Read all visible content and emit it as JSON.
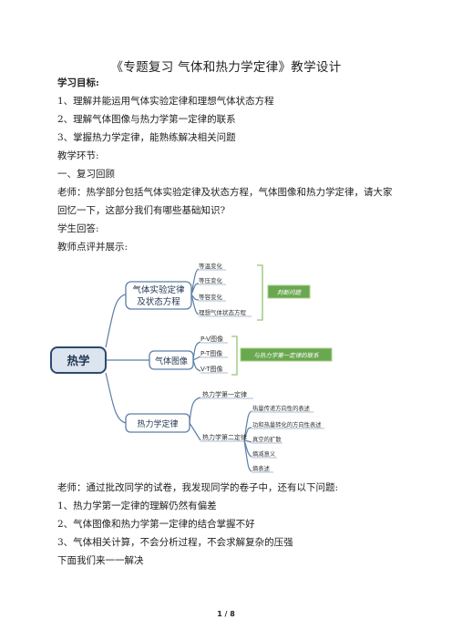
{
  "doc": {
    "title": "《专题复习  气体和热力学定律》教学设计",
    "section_goal": "学习目标:",
    "goals": [
      "1、理解并能运用气体实验定律和理想气体状态方程",
      "2、理解气体图像与热力学第一定律的联系",
      "3、掌握热力学定律，能熟练解决相关问题"
    ],
    "section_steps": "教学环节:",
    "step1": "一、复习回顾",
    "teacher1_a": "老师：热学部分包括气体实验定律及状态方程，气体图像和热力学定律，请大家",
    "teacher1_b": "回忆一下，这部分我们有哪些基础知识?",
    "student": "学生回答:",
    "teacher_show": "教师点评并展示:",
    "teacher2": "老师：通过批改同学的试卷，我发现同学的卷子中，还有以下问题:",
    "problems": [
      "1、热力学第一定律的理解仍然有偏差",
      "2、气体图像和热力学第一定律的结合掌握不好",
      "3、气体相关计算，不会分析过程，不会求解复杂的压强"
    ],
    "closing": "下面我们来一一解决",
    "page_number": "1 / 8"
  },
  "mindmap": {
    "root": "热学",
    "branch1_line1": "气体实验定律",
    "branch1_line2": "及状态方程",
    "branch1_items": [
      "等温变化",
      "等压变化",
      "等容变化",
      "理想气体状态方程"
    ],
    "branch1_note": "判断问题",
    "branch2": "气体图像",
    "branch2_items": [
      "P-V图像",
      "P-T图像",
      "V-T图像"
    ],
    "branch2_note": "与热力学第一定律的联系",
    "branch3": "热力学定律",
    "branch3_law1": "热力学第一定律",
    "branch3_law2": "热力学第二定律",
    "branch3_items": [
      "热量传递方向性的表述",
      "功和热量转化的方向性表述",
      "真空的扩散",
      "熵减意义",
      "熵表述"
    ],
    "colors": {
      "root_fill": "#dbe4ef",
      "root_stroke": "#2e4a6e",
      "branch_stroke": "#5c7fa6",
      "note_fill": "#6aa84f",
      "note_stroke": "#a8cf8c"
    }
  }
}
